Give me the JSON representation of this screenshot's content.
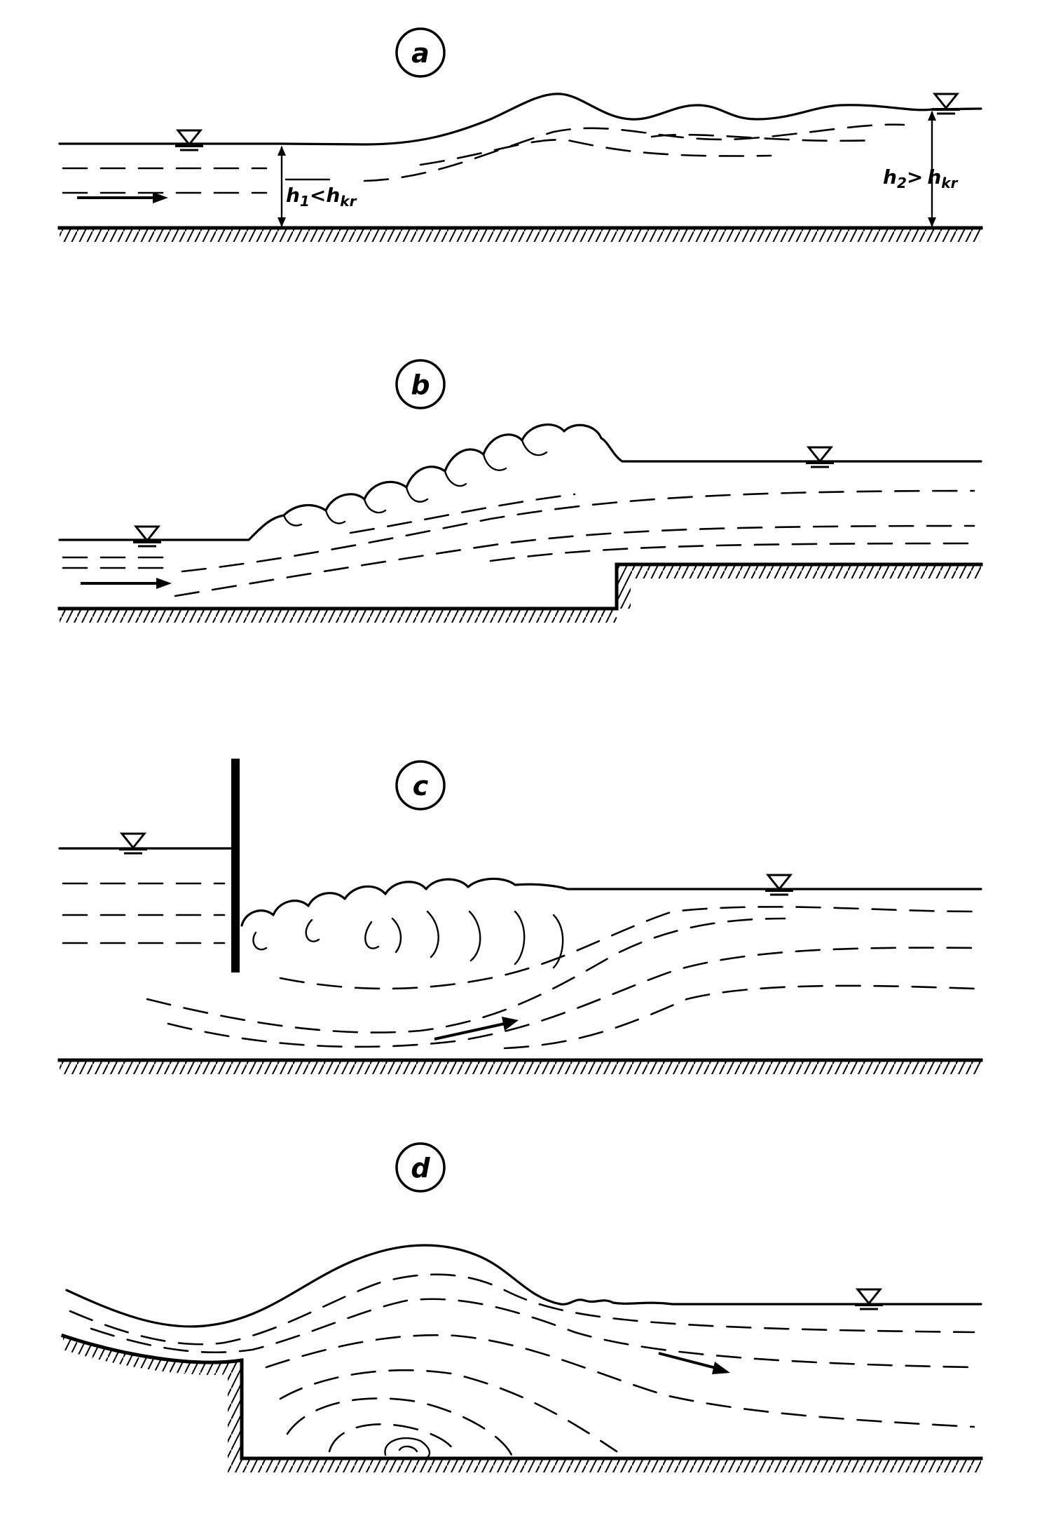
{
  "panels": [
    {
      "id": "a",
      "label": "a"
    },
    {
      "id": "b",
      "label": "b"
    },
    {
      "id": "c",
      "label": "c"
    },
    {
      "id": "d",
      "label": "d"
    }
  ],
  "panel_a": {
    "h1": {
      "symbol": "h",
      "sub": "1",
      "rel": "<",
      "rhs": "h",
      "rhs_sub": "kr"
    },
    "h2": {
      "symbol": "h",
      "sub": "2",
      "rel": ">",
      "rhs": "h",
      "rhs_sub": "kr"
    }
  },
  "icons": {
    "water_level": "inverted-triangle-water-surface-icon",
    "flow": "flow-direction-arrow-icon"
  }
}
